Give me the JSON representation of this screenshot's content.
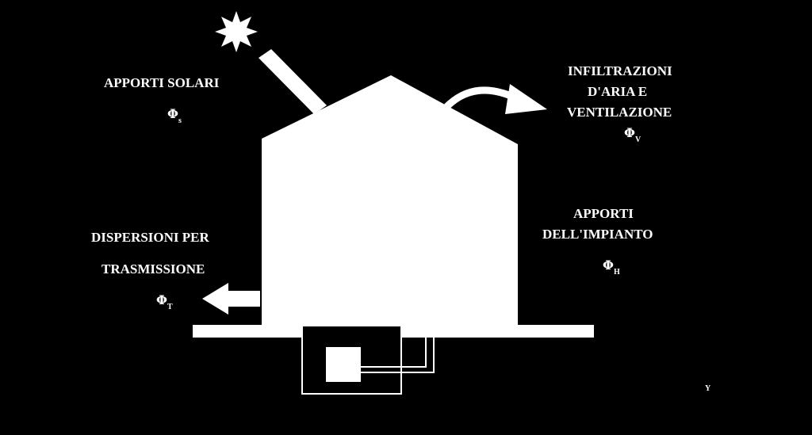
{
  "labels": {
    "solar": "APPORTI SOLARI",
    "infiltration_line1": "INFILTRAZIONI",
    "infiltration_line2": "D'ARIA E",
    "infiltration_line3": "VENTILAZIONE",
    "transmission_line1": "DISPERSIONI PER",
    "transmission_line2": "TRASMISSIONE",
    "plant_line1": "APPORTI",
    "plant_line2": "DELL'IMPIANTO",
    "corner_mark": "Y"
  },
  "symbols": {
    "phi": "Φ",
    "solar_sub": "s",
    "infiltration_sub": "V",
    "transmission_sub": "T",
    "plant_sub": "H"
  },
  "colors": {
    "background": "#000000",
    "foreground": "#ffffff"
  }
}
